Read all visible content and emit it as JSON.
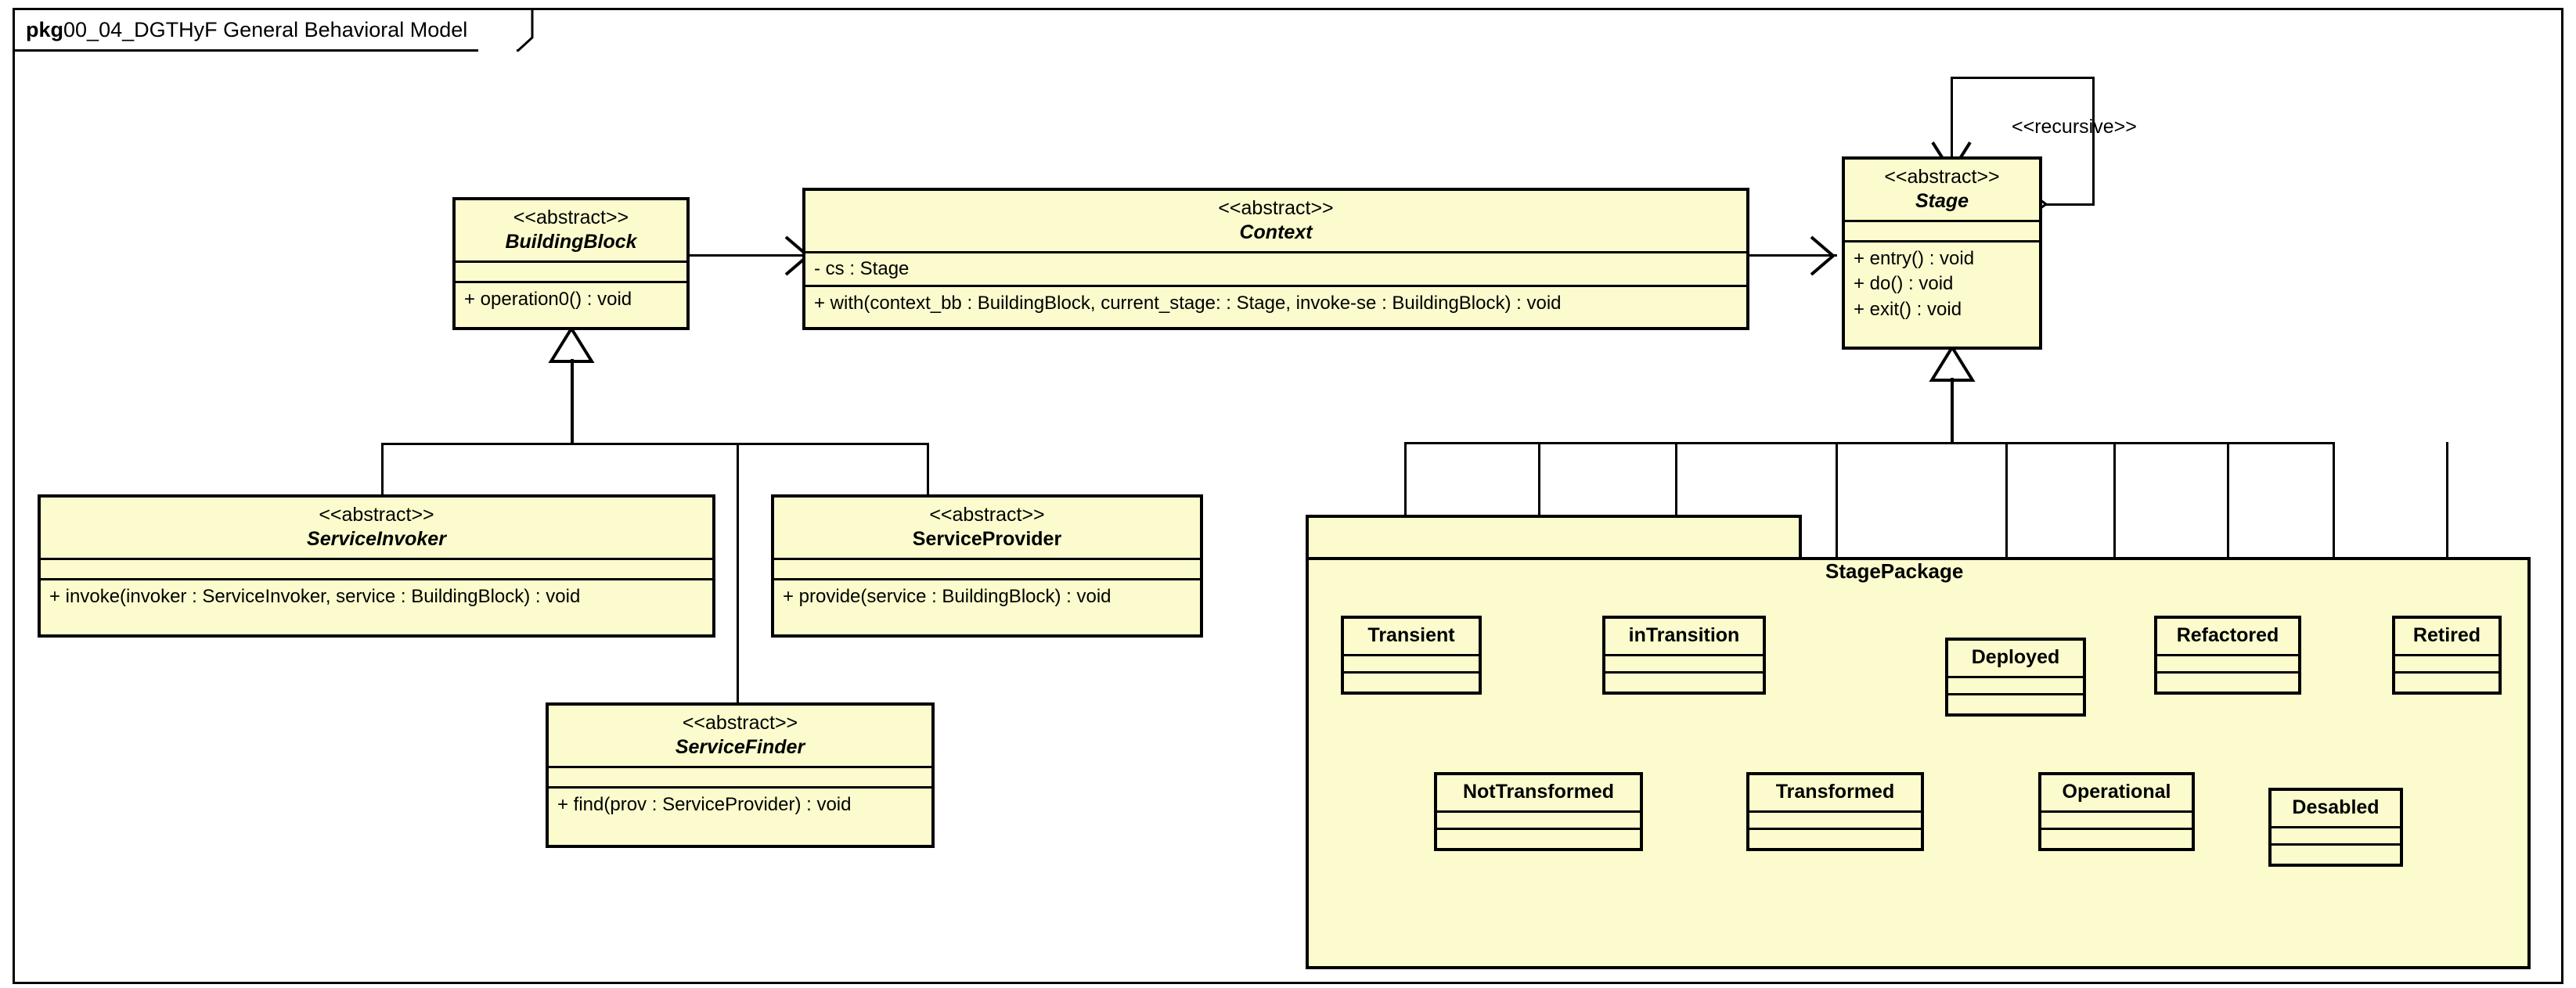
{
  "frame": {
    "keyword": "pkg",
    "title": "00_04_DGTHyF General Behavioral Model"
  },
  "colors": {
    "class_fill": "#fbfbcd",
    "line": "#000000",
    "background": "#ffffff"
  },
  "classes": {
    "building_block": {
      "stereotype": "<<abstract>>",
      "name": "BuildingBlock",
      "attributes": [],
      "operations": [
        "+ operation0() : void"
      ]
    },
    "context": {
      "stereotype": "<<abstract>>",
      "name": "Context",
      "attributes": [
        "- cs : Stage"
      ],
      "operations": [
        "+ with(context_bb : BuildingBlock, current_stage:  : Stage, invoke-se : BuildingBlock) : void"
      ]
    },
    "stage": {
      "stereotype": "<<abstract>>",
      "name": "Stage",
      "attributes": [],
      "operations": [
        "+ entry() : void",
        "+ do() : void",
        "+ exit() : void"
      ]
    },
    "service_invoker": {
      "stereotype": "<<abstract>>",
      "name": "ServiceInvoker",
      "attributes": [],
      "operations": [
        "+ invoke(invoker : ServiceInvoker, service : BuildingBlock) : void"
      ]
    },
    "service_provider": {
      "stereotype": "<<abstract>>",
      "name": "ServiceProvider",
      "attributes": [],
      "operations": [
        "+ provide(service : BuildingBlock) : void"
      ]
    },
    "service_finder": {
      "stereotype": "<<abstract>>",
      "name": "ServiceFinder",
      "attributes": [],
      "operations": [
        "+ find(prov : ServiceProvider) : void"
      ]
    }
  },
  "package": {
    "name": "StagePackage",
    "members": [
      {
        "name": "Transient"
      },
      {
        "name": "inTransition"
      },
      {
        "name": "NotTransformed"
      },
      {
        "name": "Transformed"
      },
      {
        "name": "Deployed"
      },
      {
        "name": "Operational"
      },
      {
        "name": "Refactored"
      },
      {
        "name": "Desabled"
      },
      {
        "name": "Retired"
      }
    ]
  },
  "relationships": {
    "recursive_label": "<<recursive>>",
    "edges": [
      {
        "from": "BuildingBlock",
        "to": "Context",
        "type": "association"
      },
      {
        "from": "Context",
        "to": "Stage",
        "type": "association"
      },
      {
        "from": "ServiceInvoker",
        "to": "BuildingBlock",
        "type": "generalization"
      },
      {
        "from": "ServiceProvider",
        "to": "BuildingBlock",
        "type": "generalization"
      },
      {
        "from": "ServiceFinder",
        "to": "BuildingBlock",
        "type": "generalization"
      },
      {
        "from": "Stage",
        "to": "Stage",
        "type": "aggregation"
      },
      {
        "from": "Transient",
        "to": "Stage",
        "type": "generalization"
      },
      {
        "from": "NotTransformed",
        "to": "Stage",
        "type": "generalization"
      },
      {
        "from": "inTransition",
        "to": "Stage",
        "type": "generalization"
      },
      {
        "from": "Transformed",
        "to": "Stage",
        "type": "generalization"
      },
      {
        "from": "Deployed",
        "to": "Stage",
        "type": "generalization"
      },
      {
        "from": "Operational",
        "to": "Stage",
        "type": "generalization"
      },
      {
        "from": "Refactored",
        "to": "Stage",
        "type": "generalization"
      },
      {
        "from": "Desabled",
        "to": "Stage",
        "type": "generalization"
      },
      {
        "from": "Retired",
        "to": "Stage",
        "type": "generalization"
      }
    ]
  }
}
